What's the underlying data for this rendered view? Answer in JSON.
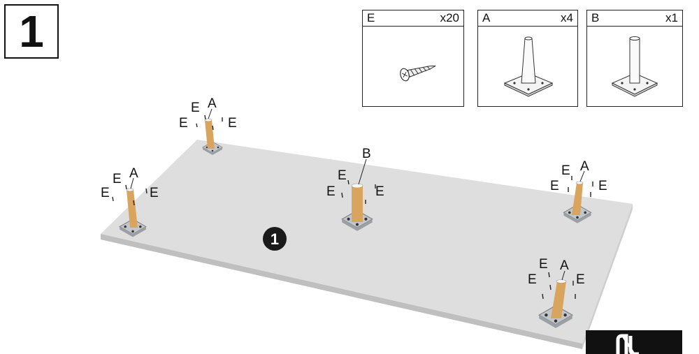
{
  "step": {
    "number": "1"
  },
  "parts": [
    {
      "letter": "E",
      "qty": "x20",
      "icon": "screw-icon"
    },
    {
      "letter": "A",
      "qty": "x4",
      "icon": "tapered-leg-icon"
    },
    {
      "letter": "B",
      "qty": "x1",
      "icon": "straight-leg-icon"
    }
  ],
  "callout": {
    "number": "1"
  },
  "labels": {
    "screw": "E",
    "leg_a": "A",
    "leg_b": "B"
  },
  "colors": {
    "board": "#dedede",
    "wood": "#d9a55e",
    "plate": "#c2c6ca"
  }
}
